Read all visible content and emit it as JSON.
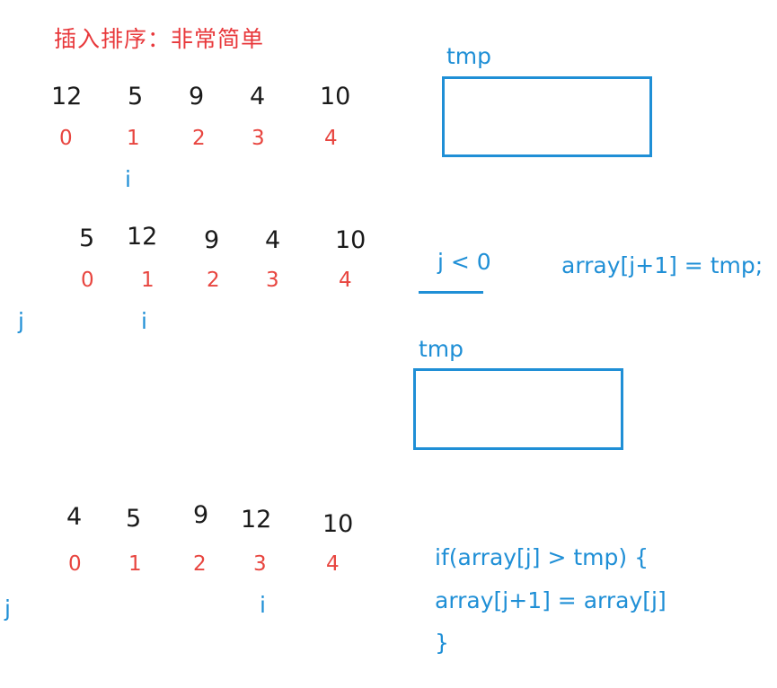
{
  "title": "插入排序：非常简单",
  "colors": {
    "title": "#e8383b",
    "value": "#1a1a1a",
    "index": "#e8453f",
    "pointer": "#1f8fd6",
    "code": "#1f8fd6",
    "box_border": "#1f8fd6"
  },
  "step1": {
    "values": [
      "12",
      "5",
      "9",
      "4",
      "10"
    ],
    "indices": [
      "0",
      "1",
      "2",
      "3",
      "4"
    ],
    "pointer_i": "i",
    "tmp_label": "tmp"
  },
  "step2": {
    "values": [
      "5",
      "12",
      "9",
      "4",
      "10"
    ],
    "indices": [
      "0",
      "1",
      "2",
      "3",
      "4"
    ],
    "pointer_j": "j",
    "pointer_i": "i",
    "condition": "j < 0",
    "assignment": "array[j+1] = tmp;",
    "tmp_label": "tmp"
  },
  "step3": {
    "values": [
      "4",
      "5",
      "9",
      "12",
      "10"
    ],
    "indices": [
      "0",
      "1",
      "2",
      "3",
      "4"
    ],
    "pointer_j": "j",
    "pointer_i": "i",
    "code_lines": [
      "if(array[j] > tmp) {",
      "array[j+1] = array[j]",
      "}"
    ]
  }
}
